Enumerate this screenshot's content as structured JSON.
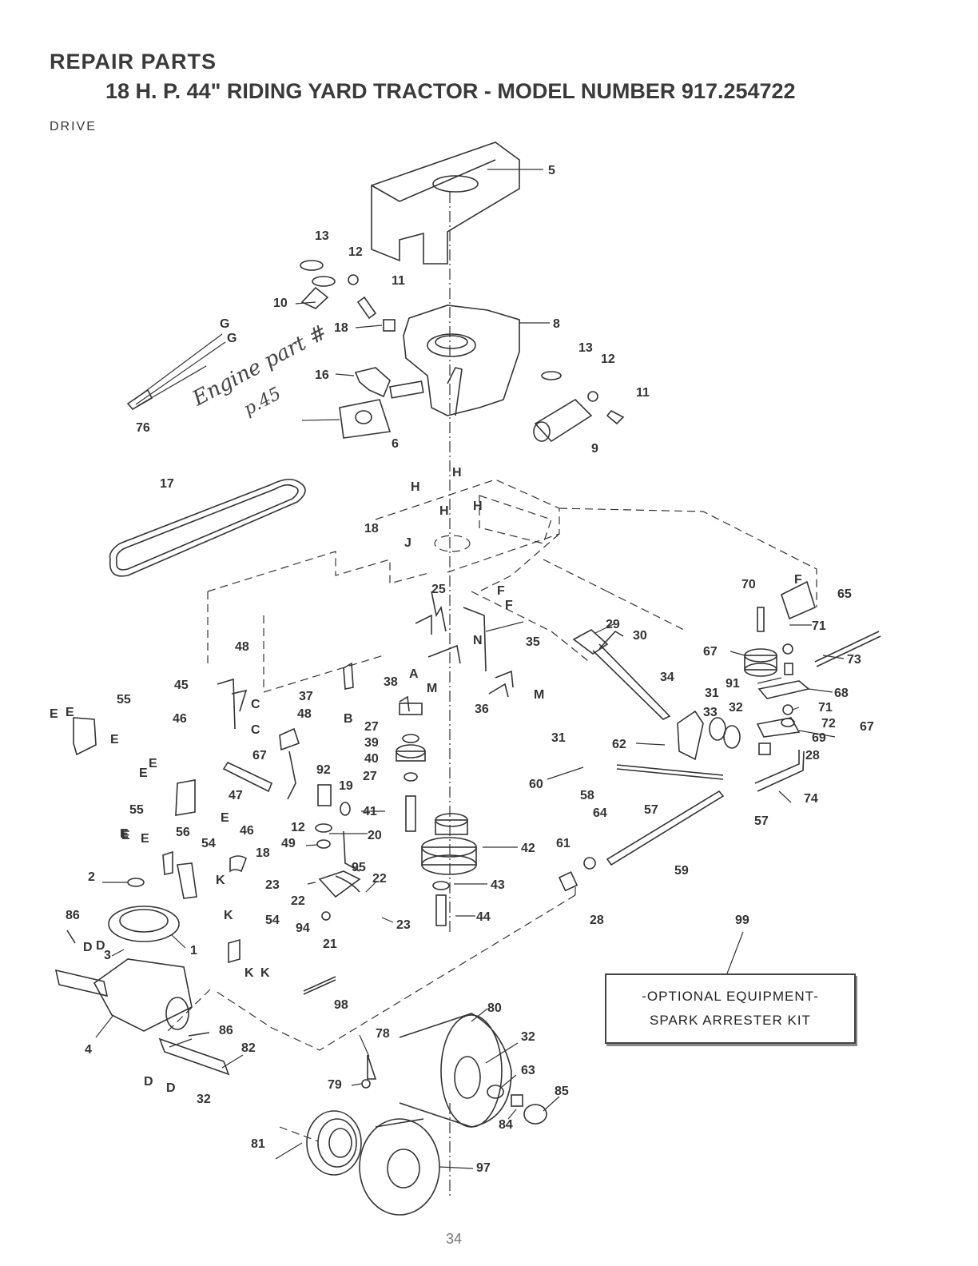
{
  "header": {
    "title": "REPAIR PARTS",
    "subtitle": "18 H. P. 44\" RIDING YARD TRACTOR - MODEL NUMBER  917.254722",
    "section": "DRIVE"
  },
  "optional_box": {
    "line1": "-OPTIONAL EQUIPMENT-",
    "line2": "SPARK ARRESTER KIT"
  },
  "handwritten_note": {
    "line1": "Engine part #",
    "line2": "p.45"
  },
  "page_number": "34",
  "callouts": [
    {
      "label": "5"
    },
    {
      "label": "13"
    },
    {
      "label": "12"
    },
    {
      "label": "11"
    },
    {
      "label": "10"
    },
    {
      "label": "18"
    },
    {
      "label": "8"
    },
    {
      "label": "G"
    },
    {
      "label": "G"
    },
    {
      "label": "13"
    },
    {
      "label": "12"
    },
    {
      "label": "11"
    },
    {
      "label": "16"
    },
    {
      "label": "76"
    },
    {
      "label": "6"
    },
    {
      "label": "9"
    },
    {
      "label": "17"
    },
    {
      "label": "H"
    },
    {
      "label": "H"
    },
    {
      "label": "H"
    },
    {
      "label": "H"
    },
    {
      "label": "18"
    },
    {
      "label": "J"
    },
    {
      "label": "25"
    },
    {
      "label": "F"
    },
    {
      "label": "F"
    },
    {
      "label": "70"
    },
    {
      "label": "F"
    },
    {
      "label": "65"
    },
    {
      "label": "48"
    },
    {
      "label": "35"
    },
    {
      "label": "29"
    },
    {
      "label": "30"
    },
    {
      "label": "N"
    },
    {
      "label": "71"
    },
    {
      "label": "73"
    },
    {
      "label": "67"
    },
    {
      "label": "45"
    },
    {
      "label": "A"
    },
    {
      "label": "M"
    },
    {
      "label": "34"
    },
    {
      "label": "91"
    },
    {
      "label": "68"
    },
    {
      "label": "55"
    },
    {
      "label": "37"
    },
    {
      "label": "38"
    },
    {
      "label": "36"
    },
    {
      "label": "M"
    },
    {
      "label": "31"
    },
    {
      "label": "C"
    },
    {
      "label": "E"
    },
    {
      "label": "E"
    },
    {
      "label": "E"
    },
    {
      "label": "B"
    },
    {
      "label": "48"
    },
    {
      "label": "33"
    },
    {
      "label": "32"
    },
    {
      "label": "71"
    },
    {
      "label": "46"
    },
    {
      "label": "C"
    },
    {
      "label": "27"
    },
    {
      "label": "72"
    },
    {
      "label": "67"
    },
    {
      "label": "31"
    },
    {
      "label": "39"
    },
    {
      "label": "62"
    },
    {
      "label": "69"
    },
    {
      "label": "28"
    },
    {
      "label": "E"
    },
    {
      "label": "67"
    },
    {
      "label": "40"
    },
    {
      "label": "E"
    },
    {
      "label": "92"
    },
    {
      "label": "27"
    },
    {
      "label": "60"
    },
    {
      "label": "19"
    },
    {
      "label": "58"
    },
    {
      "label": "74"
    },
    {
      "label": "47"
    },
    {
      "label": "E"
    },
    {
      "label": "57"
    },
    {
      "label": "57"
    },
    {
      "label": "55"
    },
    {
      "label": "41"
    },
    {
      "label": "E"
    },
    {
      "label": "46"
    },
    {
      "label": "64"
    },
    {
      "label": "12"
    },
    {
      "label": "20"
    },
    {
      "label": "E"
    },
    {
      "label": "E"
    },
    {
      "label": "56"
    },
    {
      "label": "49"
    },
    {
      "label": "42"
    },
    {
      "label": "61"
    },
    {
      "label": "54"
    },
    {
      "label": "18"
    },
    {
      "label": "59"
    },
    {
      "label": "95"
    },
    {
      "label": "2"
    },
    {
      "label": "23"
    },
    {
      "label": "22"
    },
    {
      "label": "43"
    },
    {
      "label": "K"
    },
    {
      "label": "22"
    },
    {
      "label": "K"
    },
    {
      "label": "86"
    },
    {
      "label": "94"
    },
    {
      "label": "44"
    },
    {
      "label": "28"
    },
    {
      "label": "54"
    },
    {
      "label": "23"
    },
    {
      "label": "99"
    },
    {
      "label": "21"
    },
    {
      "label": "D"
    },
    {
      "label": "D"
    },
    {
      "label": "1"
    },
    {
      "label": "3"
    },
    {
      "label": "K"
    },
    {
      "label": "K"
    },
    {
      "label": "98"
    },
    {
      "label": "80"
    },
    {
      "label": "86"
    },
    {
      "label": "4"
    },
    {
      "label": "78"
    },
    {
      "label": "82"
    },
    {
      "label": "32"
    },
    {
      "label": "63"
    },
    {
      "label": "D"
    },
    {
      "label": "D"
    },
    {
      "label": "32"
    },
    {
      "label": "79"
    },
    {
      "label": "85"
    },
    {
      "label": "84"
    },
    {
      "label": "81"
    },
    {
      "label": "97"
    }
  ]
}
